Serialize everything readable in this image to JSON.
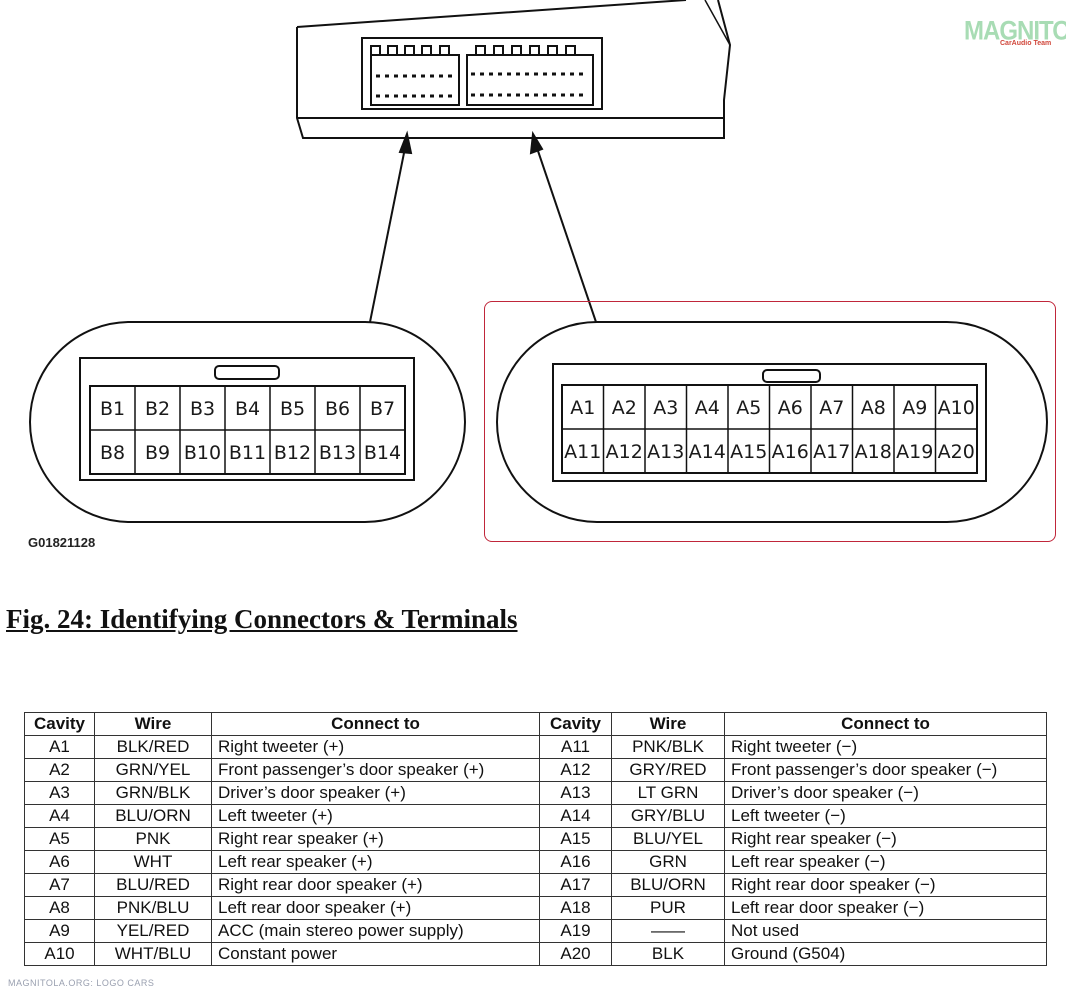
{
  "watermark": {
    "brand": "MAGNITOLA",
    "sub": "CarAudio Team"
  },
  "figure_code": "G01821128",
  "figure_title": "Fig. 24: Identifying Connectors & Terminals",
  "connector_b": {
    "row1": [
      "B1",
      "B2",
      "B3",
      "B4",
      "B5",
      "B6",
      "B7"
    ],
    "row2": [
      "B8",
      "B9",
      "B10",
      "B11",
      "B12",
      "B13",
      "B14"
    ]
  },
  "connector_a": {
    "row1": [
      "A1",
      "A2",
      "A3",
      "A4",
      "A5",
      "A6",
      "A7",
      "A8",
      "A9",
      "A10"
    ],
    "row2": [
      "A11",
      "A12",
      "A13",
      "A14",
      "A15",
      "A16",
      "A17",
      "A18",
      "A19",
      "A20"
    ]
  },
  "table": {
    "headers": [
      "Cavity",
      "Wire",
      "Connect to",
      "Cavity",
      "Wire",
      "Connect to"
    ],
    "rows": [
      [
        "A1",
        "BLK/RED",
        "Right tweeter (+)",
        "A11",
        "PNK/BLK",
        "Right tweeter (−)"
      ],
      [
        "A2",
        "GRN/YEL",
        "Front passenger’s door speaker (+)",
        "A12",
        "GRY/RED",
        "Front passenger’s door speaker (−)"
      ],
      [
        "A3",
        "GRN/BLK",
        "Driver’s door speaker (+)",
        "A13",
        "LT GRN",
        "Driver’s door speaker (−)"
      ],
      [
        "A4",
        "BLU/ORN",
        "Left tweeter (+)",
        "A14",
        "GRY/BLU",
        "Left tweeter (−)"
      ],
      [
        "A5",
        "PNK",
        "Right rear speaker (+)",
        "A15",
        "BLU/YEL",
        "Right rear speaker (−)"
      ],
      [
        "A6",
        "WHT",
        "Left rear speaker (+)",
        "A16",
        "GRN",
        "Left rear speaker (−)"
      ],
      [
        "A7",
        "BLU/RED",
        "Right rear door speaker (+)",
        "A17",
        "BLU/ORN",
        "Right rear door speaker (−)"
      ],
      [
        "A8",
        "PNK/BLU",
        "Left rear door speaker (+)",
        "A18",
        "PUR",
        "Left rear door speaker (−)"
      ],
      [
        "A9",
        "YEL/RED",
        "ACC (main stereo power supply)",
        "A19",
        "——",
        "Not used"
      ],
      [
        "A10",
        "WHT/BLU",
        "Constant power",
        "A20",
        "BLK",
        "Ground (G504)"
      ]
    ]
  },
  "footer_watermark": "MAGNITOLA.ORG: LOGO CARS"
}
